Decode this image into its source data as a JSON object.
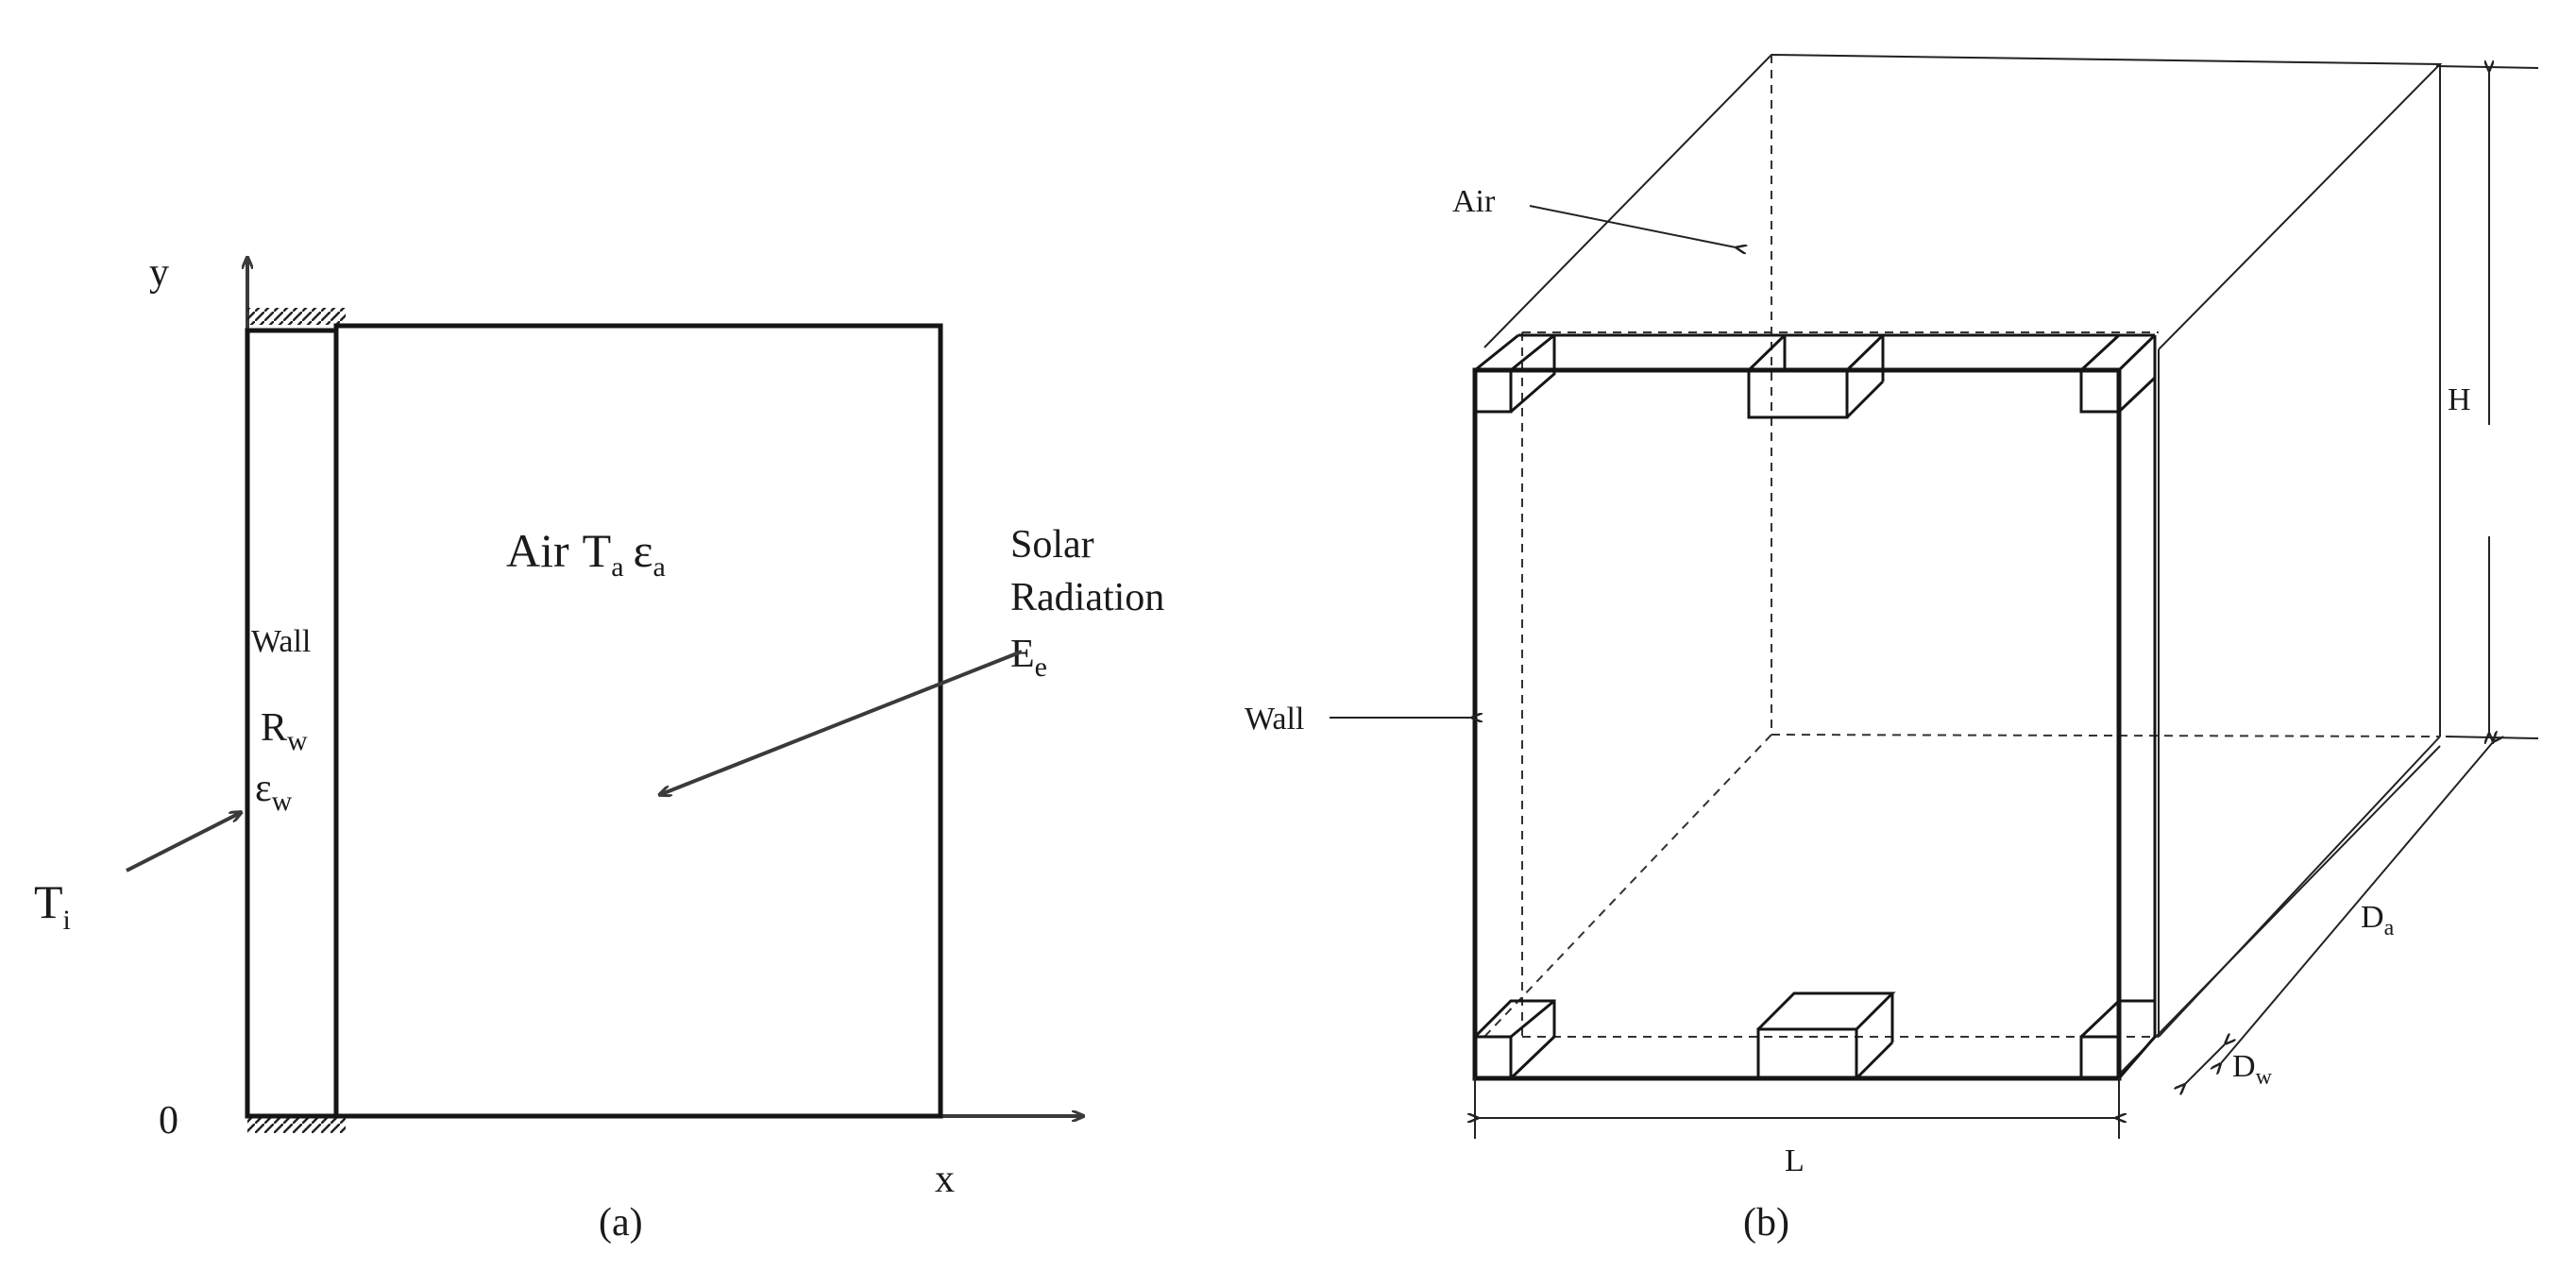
{
  "panel_a": {
    "axis_y": "y",
    "axis_x": "x",
    "origin": "0",
    "wall_label": "Wall",
    "wall_resistance": {
      "base": "R",
      "sub": "w"
    },
    "wall_emissivity": {
      "base": "ε",
      "sub": "w"
    },
    "inner_temp": {
      "base": "T",
      "sub": "i"
    },
    "air_label": "Air",
    "air_temp": {
      "base": "T",
      "sub": "a"
    },
    "air_emissivity": {
      "base": "ε",
      "sub": "a"
    },
    "solar_line1": "Solar",
    "solar_line2": "Radiation",
    "solar_symbol": {
      "base": "E",
      "sub": "e"
    },
    "caption": "(a)"
  },
  "panel_b": {
    "air_label": "Air",
    "wall_label": "Wall",
    "height_label": "H",
    "length_label": "L",
    "depth_air": {
      "base": "D",
      "sub": "a"
    },
    "depth_wall": {
      "base": "D",
      "sub": "w"
    },
    "caption": "(b)"
  }
}
